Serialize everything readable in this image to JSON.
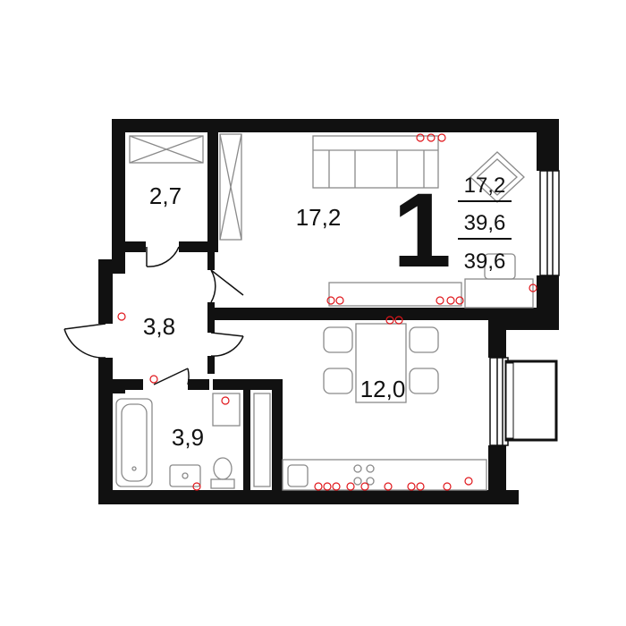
{
  "plan": {
    "room_count": "1",
    "summary": {
      "living_area": "17,2",
      "total_area": "39,6",
      "total_area_with_balcony": "39,6"
    },
    "rooms": {
      "living_room": "17,2",
      "storage": "2,7",
      "hallway": "3,8",
      "kitchen": "12,0",
      "bathroom": "3,9"
    },
    "colors": {
      "wall": "#111111",
      "furniture": "#8a8a8a",
      "socket": "#e0161b",
      "background": "#ffffff"
    }
  }
}
